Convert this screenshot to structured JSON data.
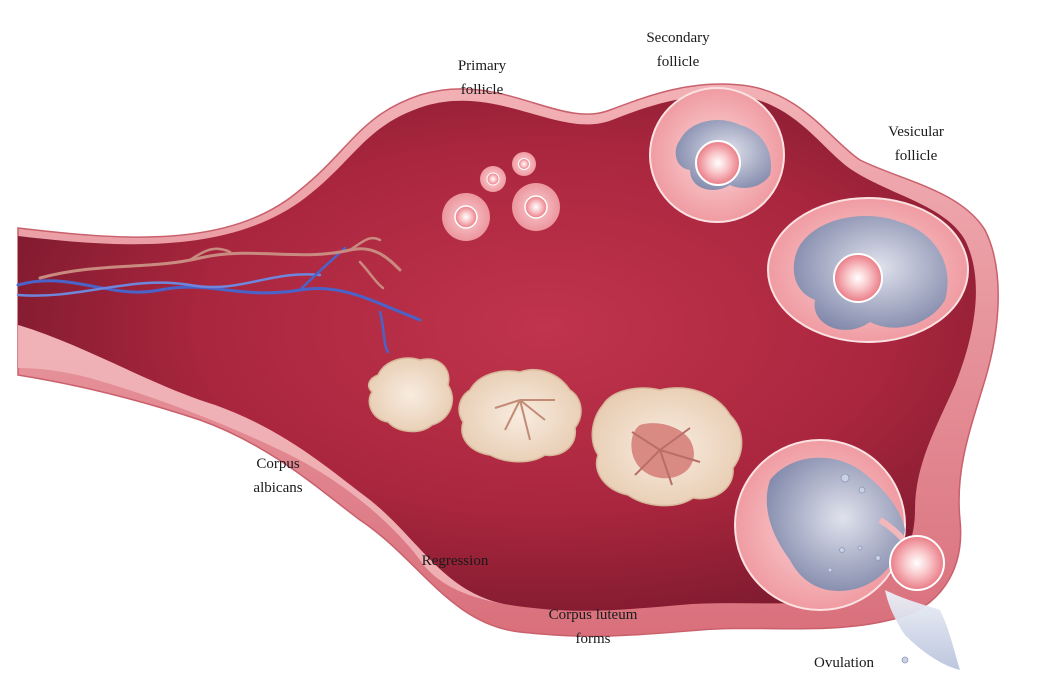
{
  "labels": {
    "primary_follicle": [
      "Primary",
      "follicle"
    ],
    "secondary_follicle": [
      "Secondary",
      "follicle"
    ],
    "vesicular_follicle": [
      "Vesicular",
      "follicle"
    ],
    "corpus_albicans": [
      "Corpus",
      "albicans"
    ],
    "regression": "Regression",
    "corpus_luteum": [
      "Corpus luteum",
      "forms"
    ],
    "ovulation": "Ovulation"
  },
  "colors": {
    "ovary_outer": "#e58f98",
    "ovary_inner": "#a9263e",
    "ovary_deep": "#7d1a2e",
    "follicle_fill": "#f3a9ae",
    "antrum": "#8e98b5",
    "vein": "#4a63c9",
    "artery": "#c98a80",
    "corpus_fill": "#f3e1cd"
  },
  "icons": [
    "ovary-illustration",
    "egg-cell-icon",
    "blood-vessel-icon",
    "corpus-albicans-icon",
    "corpus-luteum-icon"
  ]
}
